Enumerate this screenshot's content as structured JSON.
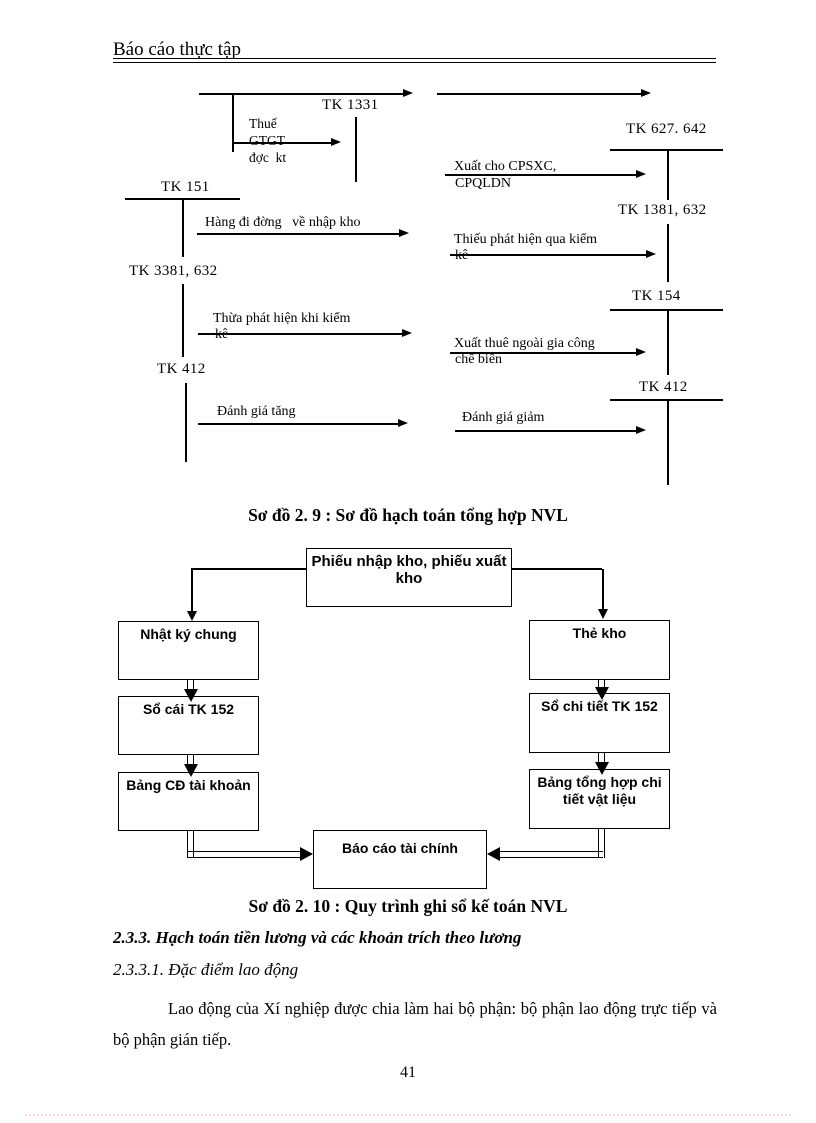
{
  "header": {
    "title": "Báo cáo thực tập"
  },
  "taccount_diagram": {
    "caption": "Sơ đồ 2. 9 : Sơ đồ hạch toán tổng hợp NVL",
    "account_labels": {
      "tk_1331": "TK 1331",
      "tk_627_642": "TK 627. 642",
      "tk_151": "TK 151",
      "tk_1381_632": "TK 1381, 632",
      "tk_3381_632": "TK 3381, 632",
      "tk_412_left": "TK 412",
      "tk_154": "TK 154",
      "tk_412_right": "TK 412"
    },
    "flow_labels": {
      "thue_gtgt": [
        "Thuế",
        "GTGT",
        "đợc  kt"
      ],
      "hang_di_duong": "Hàng đi đờng   về nhập kho",
      "xuat_cho": [
        "Xuất cho CPSXC,",
        "CPQLDN"
      ],
      "thieu_phat_hien": [
        "Thiếu phát hiện qua kiểm",
        "kê"
      ],
      "thua_phat_hien": [
        "Thừa phát hiện khi kiểm",
        "kê"
      ],
      "xuat_thue": [
        "Xuất thuê ngoài gia công",
        "chế biến"
      ],
      "danh_gia_tang": "Đánh giá tăng",
      "danh_gia_giam": "Đánh giá giảm"
    }
  },
  "flowchart": {
    "caption": "Sơ đồ 2. 10 : Quy trình ghi sổ kế toán NVL",
    "boxes": {
      "source": "Phiếu nhập kho, phiếu xuất kho",
      "journal": "Nhật ký chung",
      "ledger": "Sổ cái TK 152",
      "balance_table": "Bảng CĐ tài khoản",
      "stock_card": "Thẻ kho",
      "detail_book": "Sổ chi tiết TK 152",
      "summary_table": "Bảng tổng hợp chi tiết vật liệu",
      "financial_report": "Báo cáo tài chính"
    }
  },
  "body": {
    "heading_2_3_3": "2.3.3. Hạch toán tiền lương và các khoản trích theo lương",
    "heading_2_3_3_1": "2.3.3.1. Đặc điểm lao động",
    "paragraph": "Lao động của Xí nghiệp được chia làm hai bộ phận: bộ phận lao động trực tiếp và bộ phận gián tiếp.",
    "page_number": "41"
  }
}
